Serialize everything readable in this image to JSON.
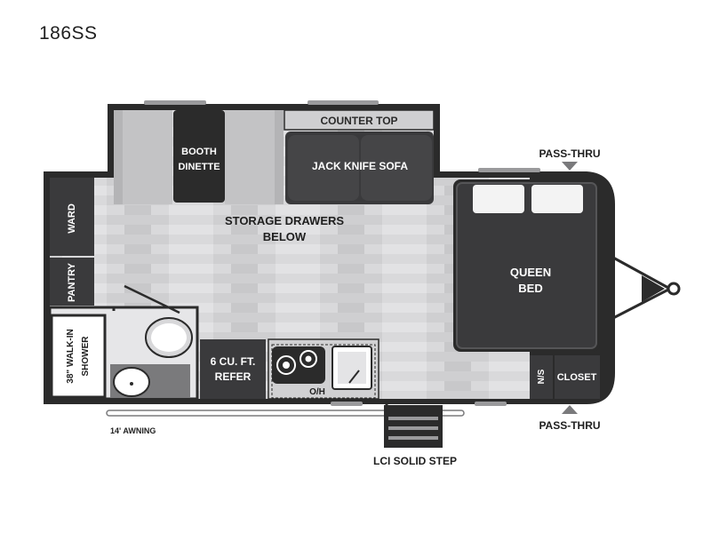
{
  "model": "186SS",
  "labels": {
    "booth_dinette_1": "BOOTH",
    "booth_dinette_2": "DINETTE",
    "counter_top": "COUNTER TOP",
    "jack_knife_sofa": "JACK KNIFE SOFA",
    "storage_1": "STORAGE DRAWERS",
    "storage_2": "BELOW",
    "ward": "WARD",
    "pantry": "PANTRY",
    "shower_1": "38\" WALK-IN",
    "shower_2": "SHOWER",
    "refer_1": "6 CU. FT.",
    "refer_2": "REFER",
    "oh": "O/H",
    "queen_1": "QUEEN",
    "queen_2": "BED",
    "ns": "N/S",
    "closet": "CLOSET",
    "pass_thru_top": "PASS-THRU",
    "pass_thru_bottom": "PASS-THRU",
    "awning": "14' AWNING",
    "step": "LCI SOLID STEP"
  },
  "colors": {
    "wall": "#2b2b2b",
    "floor": "#d6d6d8",
    "furniture": "#3a3a3c",
    "seat": "#b9b9bb"
  }
}
